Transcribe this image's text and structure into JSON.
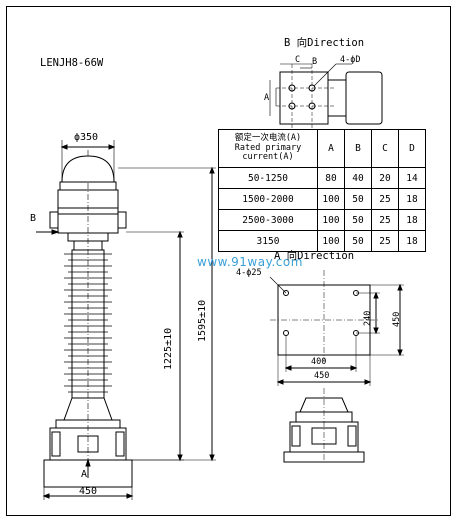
{
  "model": "LENJH8-66W",
  "watermark": "www.91way.com",
  "views": {
    "b_direction": "B 向Direction",
    "a_direction": "A 向Direction"
  },
  "side_labels": {
    "b": "B",
    "a": "A"
  },
  "dims_main": {
    "top_dia": "ϕ350",
    "base_width": "450",
    "height_1225": "1225±10",
    "height_1595": "1595±10"
  },
  "dims_b_view": {
    "c": "C",
    "b": "B",
    "holes": "4-ϕD",
    "a": "A"
  },
  "dims_a_view": {
    "holes": "4-ϕ25",
    "d240": "240",
    "d450v": "450",
    "d400": "400",
    "d450h": "450"
  },
  "table": {
    "header_label": "额定一次电流(A)\nRated primary\ncurrent(A)",
    "columns": [
      "A",
      "B",
      "C",
      "D"
    ],
    "rows": [
      {
        "current": "50-1250",
        "values": [
          "80",
          "40",
          "20",
          "14"
        ]
      },
      {
        "current": "1500-2000",
        "values": [
          "100",
          "50",
          "25",
          "18"
        ]
      },
      {
        "current": "2500-3000",
        "values": [
          "100",
          "50",
          "25",
          "18"
        ]
      },
      {
        "current": "3150",
        "values": [
          "100",
          "50",
          "25",
          "18"
        ]
      }
    ]
  }
}
